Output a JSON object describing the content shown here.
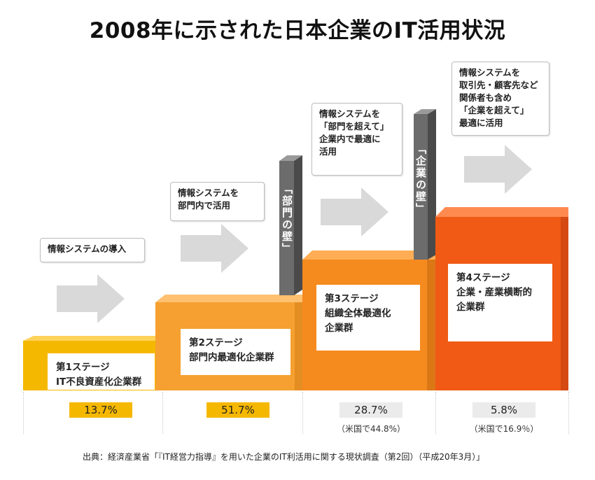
{
  "title": "2008年に示された日本企業のIT活用状況",
  "stages": [
    {
      "callout": "情報システムの導入",
      "label": "第1ステージ\nIT不良資産化企業群",
      "percent": "13.7%",
      "note": "",
      "color": "#f5b800"
    },
    {
      "callout": "情報システムを\n部門内で活用",
      "label": "第2ステージ\n部門内最適化企業群",
      "percent": "51.7%",
      "note": "",
      "color": "#f5a030"
    },
    {
      "callout": "情報システムを\n「部門を超えて」\n企業内で最適に\n活用",
      "label": "第3ステージ\n組織全体最適化\n企業群",
      "percent": "28.7%",
      "note": "（米国で44.8%）",
      "color": "#f58a1f"
    },
    {
      "callout": "情報システムを\n取引先・顧客先など\n関係者も含め\n「企業を超えて」\n最適に活用",
      "label": "第4ステージ\n企業・産業横断的\n企業群",
      "percent": "5.8%",
      "note": "（米国で16.9％）",
      "color": "#f05a14"
    }
  ],
  "walls": [
    {
      "label": "「部門の壁」"
    },
    {
      "label": "「企業の壁」"
    }
  ],
  "source": "出典：経済産業省「『IT経営力指導』を用いた企業のIT利活用に関する現状調査（第2回）（平成20年3月）」"
}
